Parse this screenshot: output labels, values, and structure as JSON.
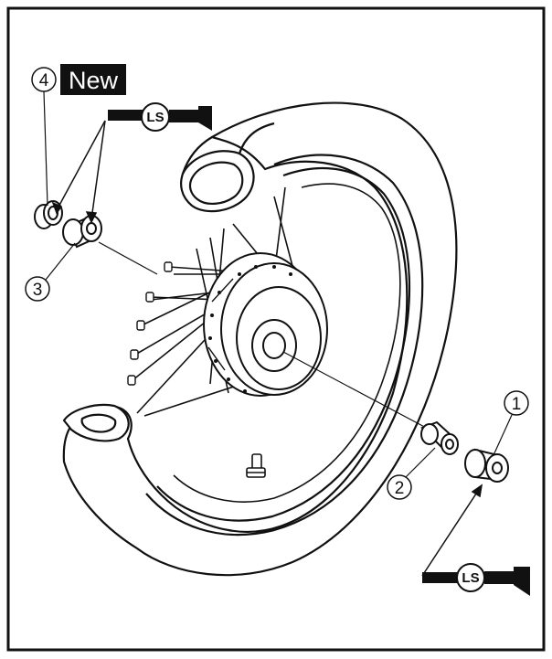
{
  "callouts": {
    "c1": "1",
    "c2": "2",
    "c3": "3",
    "c4": "4"
  },
  "badge": {
    "text": "New"
  },
  "lubricant": {
    "symbol_text": "LS"
  },
  "colors": {
    "ink": "#111111",
    "paper": "#ffffff",
    "badge_bg": "#111111"
  }
}
